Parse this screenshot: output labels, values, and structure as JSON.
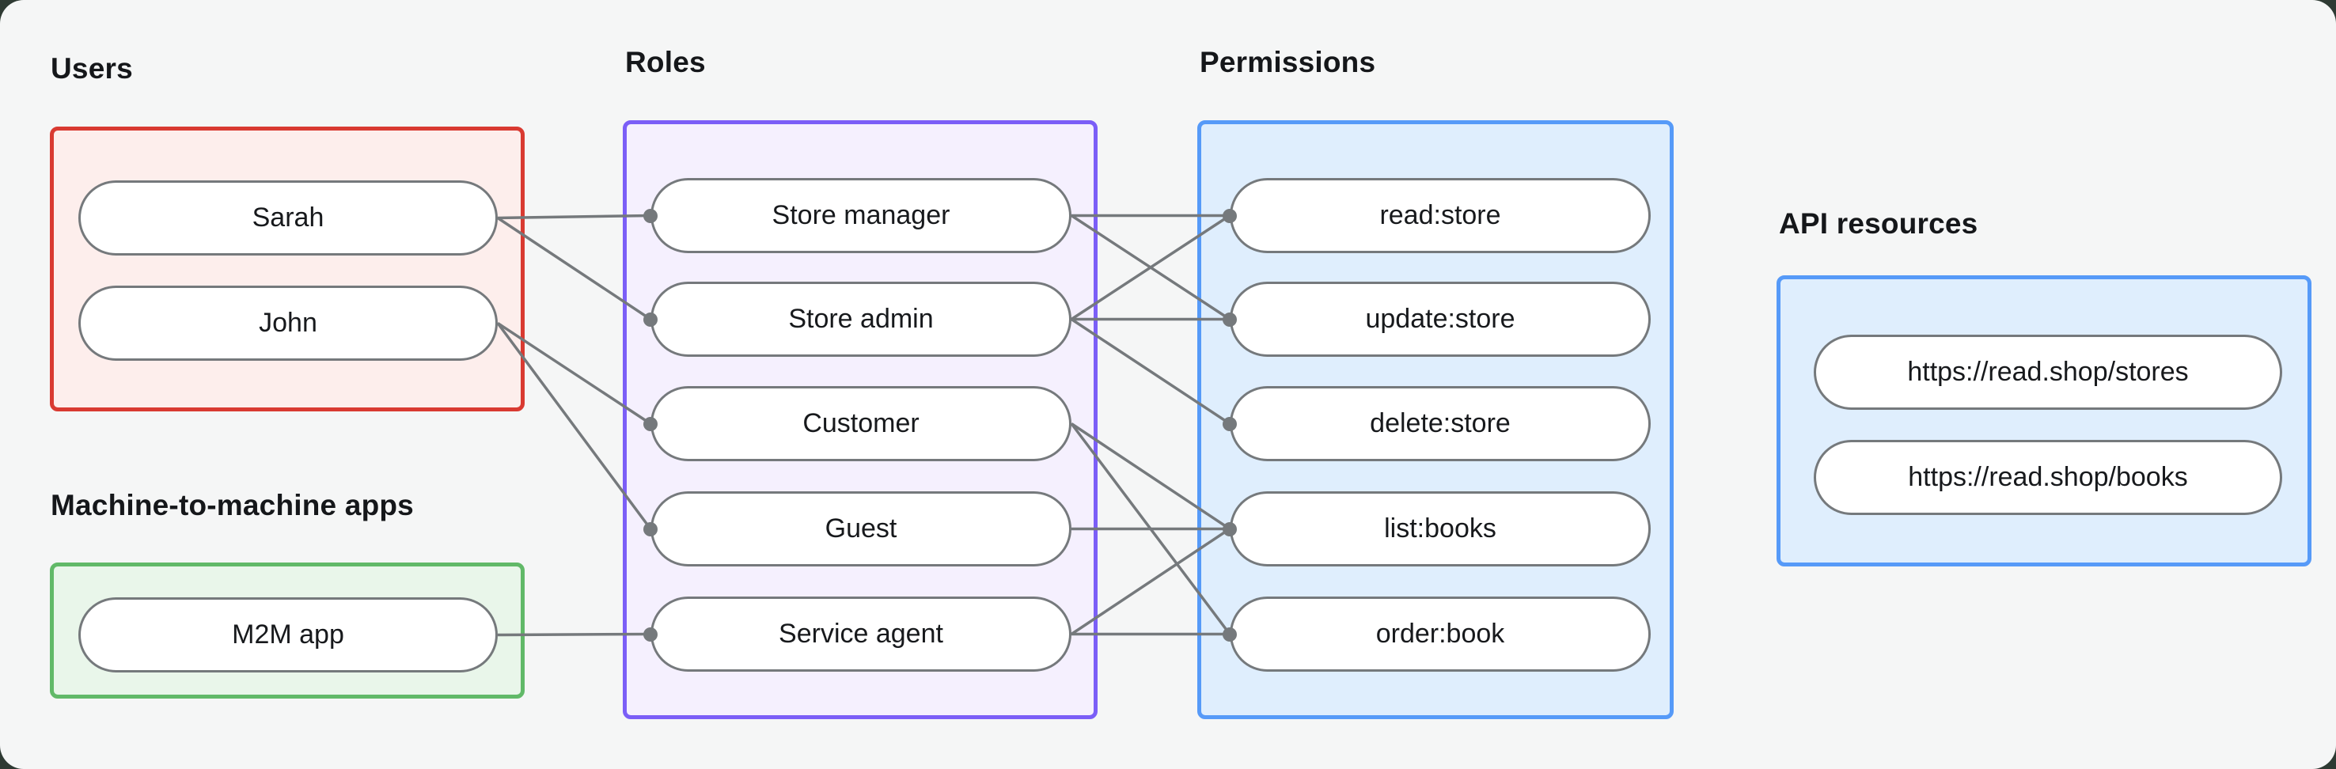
{
  "style": {
    "canvas_bg": "#f5f6f6",
    "backdrop": "#2e3a33",
    "line_color": "#75797c",
    "pill_border": "#75797c",
    "pill_fill": "#ffffff",
    "pill_text": "#17191c",
    "label_color": "#15171a"
  },
  "sections": {
    "users": {
      "label": "Users",
      "border": "#d93a31",
      "fill": "#fdeeec",
      "nodes": [
        {
          "id": "sarah",
          "label": "Sarah"
        },
        {
          "id": "john",
          "label": "John"
        }
      ]
    },
    "m2m": {
      "label": "Machine-to-machine apps",
      "border": "#61b968",
      "fill": "#e9f6ea",
      "nodes": [
        {
          "id": "m2m_app",
          "label": "M2M app"
        }
      ]
    },
    "roles": {
      "label": "Roles",
      "border": "#7b5ef7",
      "fill": "#f5f0fe",
      "nodes": [
        {
          "id": "store_manager",
          "label": "Store manager"
        },
        {
          "id": "store_admin",
          "label": "Store admin"
        },
        {
          "id": "customer",
          "label": "Customer"
        },
        {
          "id": "guest",
          "label": "Guest"
        },
        {
          "id": "service_agent",
          "label": "Service agent"
        }
      ]
    },
    "permissions": {
      "label": "Permissions",
      "border": "#569af8",
      "fill": "#dfeefd",
      "nodes": [
        {
          "id": "read_store",
          "label": "read:store"
        },
        {
          "id": "update_store",
          "label": "update:store"
        },
        {
          "id": "delete_store",
          "label": "delete:store"
        },
        {
          "id": "list_books",
          "label": "list:books"
        },
        {
          "id": "order_book",
          "label": "order:book"
        }
      ]
    },
    "api": {
      "label": "API resources",
      "border": "#569af8",
      "fill": "#dfeefd",
      "nodes": [
        {
          "id": "stores_api",
          "label": "https://read.shop/stores"
        },
        {
          "id": "books_api",
          "label": "https://read.shop/books"
        }
      ]
    }
  },
  "edges": [
    {
      "from": "sarah",
      "to": "store_manager"
    },
    {
      "from": "sarah",
      "to": "store_admin"
    },
    {
      "from": "john",
      "to": "customer"
    },
    {
      "from": "john",
      "to": "guest"
    },
    {
      "from": "m2m_app",
      "to": "service_agent"
    },
    {
      "from": "store_manager",
      "to": "read_store"
    },
    {
      "from": "store_manager",
      "to": "update_store"
    },
    {
      "from": "store_admin",
      "to": "read_store"
    },
    {
      "from": "store_admin",
      "to": "update_store"
    },
    {
      "from": "store_admin",
      "to": "delete_store"
    },
    {
      "from": "customer",
      "to": "list_books"
    },
    {
      "from": "customer",
      "to": "order_book"
    },
    {
      "from": "guest",
      "to": "list_books"
    },
    {
      "from": "service_agent",
      "to": "list_books"
    },
    {
      "from": "service_agent",
      "to": "order_book"
    }
  ]
}
